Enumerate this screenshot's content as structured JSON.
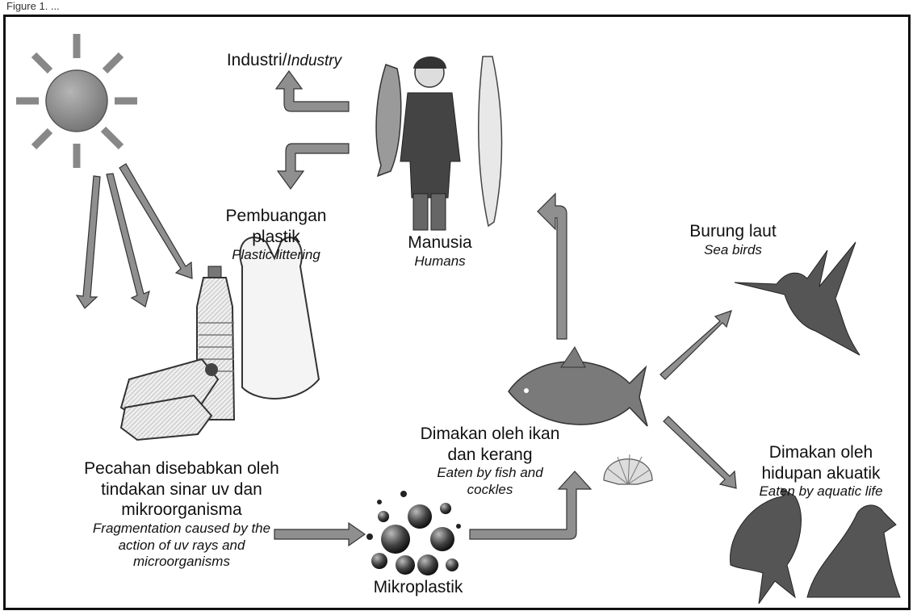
{
  "caption": "Figure 1. ...",
  "labels": {
    "industry": {
      "malay": "Industri/",
      "english": "Industry"
    },
    "littering": {
      "malay_1": "Pembuangan",
      "malay_2": "plastik",
      "english": "Plastic littering"
    },
    "humans": {
      "malay": "Manusia",
      "english": "Humans"
    },
    "seabirds": {
      "malay": "Burung laut",
      "english": "Sea birds"
    },
    "fish_cockles": {
      "malay_1": "Dimakan oleh ikan",
      "malay_2": "dan kerang",
      "english_1": "Eaten by fish and",
      "english_2": "cockles"
    },
    "aquatic": {
      "malay_1": "Dimakan oleh",
      "malay_2": "hidupan akuatik",
      "english": "Eaten by aquatic life"
    },
    "fragmentation": {
      "malay_1": "Pecahan disebabkan oleh",
      "malay_2": "tindakan sinar uv dan",
      "malay_3": "mikroorganisma",
      "english_1": "Fragmentation caused by the",
      "english_2": "action of uv rays and",
      "english_3": "microorganisms"
    },
    "microplastic": {
      "malay": "Mikroplastik"
    }
  },
  "colors": {
    "sun": "#8a8a8a",
    "arrow_fill": "#8f8f8f",
    "arrow_stroke": "#333333",
    "fish": "#7a7a7a",
    "animals": "#555555",
    "frame": "#111111"
  },
  "icons": [
    "sun-icon",
    "human-fisherman-icon",
    "plastic-waste-icon",
    "microplastic-beads-icon",
    "fish-icon",
    "shell-icon",
    "sea-bird-icon",
    "dolphin-icon",
    "seal-icon"
  ]
}
